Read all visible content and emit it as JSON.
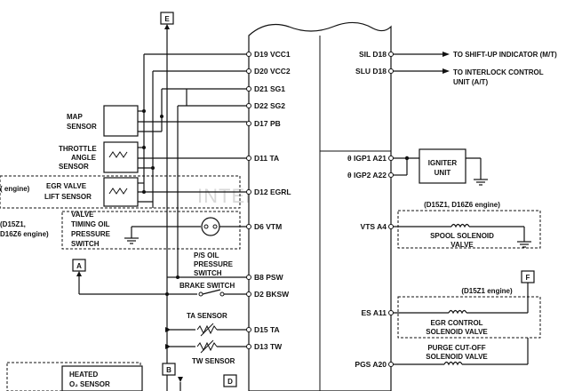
{
  "watermark": "INTEL-AUTO.RU",
  "connectors": {
    "E": "E",
    "A": "A",
    "B": "B",
    "D": "D",
    "F": "F"
  },
  "ecu_left_pins": {
    "d19": "D19 VCC1",
    "d20": "D20 VCC2",
    "d21": "D21 SG1",
    "d22": "D22 SG2",
    "d17": "D17 PB",
    "d11": "D11 TA",
    "d12": "D12 EGRL",
    "d6": "D6 VTM",
    "b8": "B8 PSW",
    "d2": "D2 BKSW",
    "d15": "D15 TA",
    "d13": "D13 TW"
  },
  "ecu_right_pins": {
    "sil": "SIL D18",
    "slu": "SLU D18",
    "igp1": "θ IGP1 A21",
    "igp2": "θ IGP2 A22",
    "vts": "VTS A4",
    "es": "ES A11",
    "pgs": "PGS A20"
  },
  "outputs": {
    "shift_up": "TO SHIFT-UP INDICATOR (M/T)",
    "interlock_1": "TO INTERLOCK CONTROL",
    "interlock_2": "UNIT (A/T)"
  },
  "components": {
    "map_1": "MAP",
    "map_2": "SENSOR",
    "throttle_1": "THROTTLE",
    "throttle_2": "ANGLE",
    "throttle_3": "SENSOR",
    "egr_lift_0": "( engine)",
    "egr_lift_1": "EGR VALVE",
    "egr_lift_2": "LIFT SENSOR",
    "vtoil_note_1": "(D15Z1,",
    "vtoil_note_2": "D16Z6 engine)",
    "vtoil_1": "VALVE",
    "vtoil_2": "TIMING OIL",
    "vtoil_3": "PRESSURE",
    "vtoil_4": "SWITCH",
    "ps_1": "P/S OIL",
    "ps_2": "PRESSURE",
    "ps_3": "SWITCH",
    "brake": "BRAKE SWITCH",
    "ta": "TA SENSOR",
    "tw": "TW SENSOR",
    "o2_1": "HEATED",
    "o2_2": "O₂ SENSOR",
    "igniter_1": "IGNITER",
    "igniter_2": "UNIT",
    "spool_note": "(D15Z1, D16Z6 engine)",
    "spool_1": "SPOOL SOLENOID",
    "spool_2": "VALVE",
    "egr_note": "(D15Z1 engine)",
    "egr_sol_1": "EGR CONTROL",
    "egr_sol_2": "SOLENOID VALVE",
    "purge_1": "PURGE CUT-OFF",
    "purge_2": "SOLENOID VALVE"
  }
}
